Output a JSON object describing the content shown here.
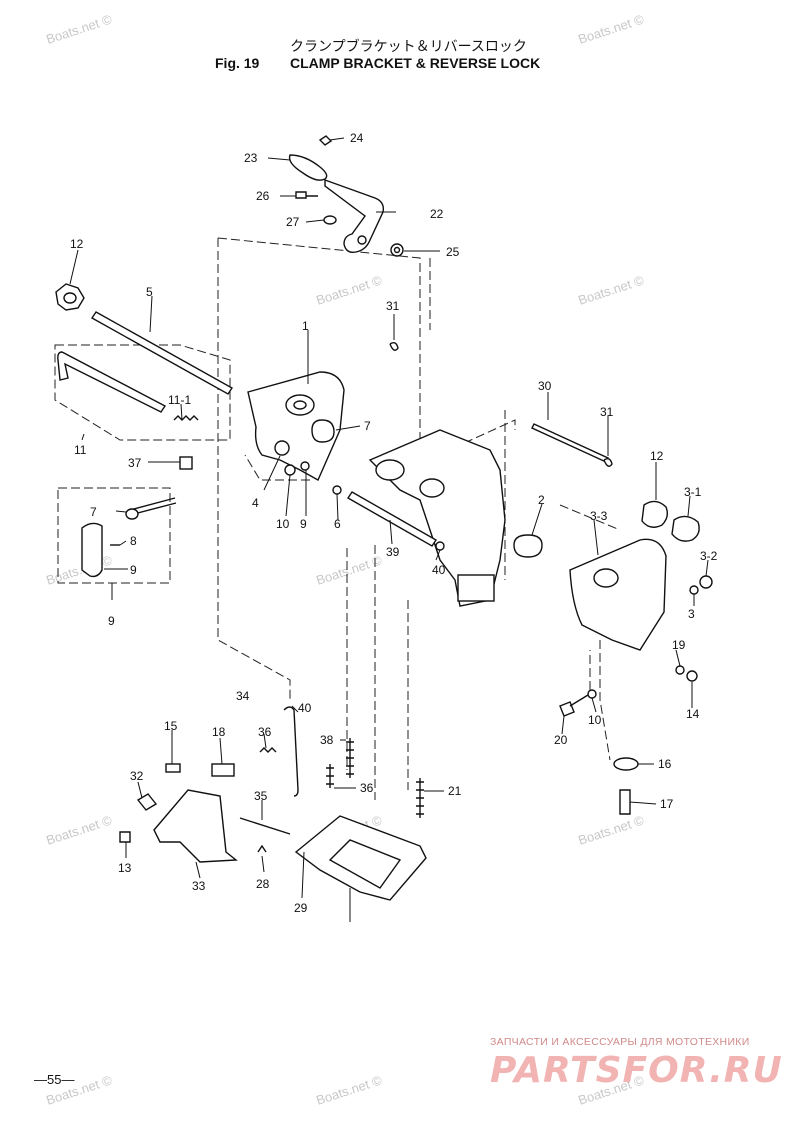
{
  "header": {
    "title_jp": "クランプブラケット＆リバースロック",
    "fig_label": "Fig. 19",
    "title_en": "CLAMP BRACKET & REVERSE LOCK"
  },
  "watermark": "Boats.net ©",
  "page_number": "—55—",
  "brand": {
    "subtitle": "ЗАПЧАСТИ И АКСЕССУАРЫ ДЛЯ МОТОТЕХНИКИ",
    "name": "PARTSFOR.RU"
  },
  "callouts": [
    "24",
    "23",
    "26",
    "22",
    "27",
    "25",
    "12",
    "5",
    "31",
    "1",
    "11-1",
    "30",
    "31",
    "7",
    "11",
    "37",
    "4",
    "10",
    "9",
    "6",
    "12",
    "3-1",
    "7",
    "2",
    "3-3",
    "8",
    "39",
    "3-2",
    "9",
    "40",
    "3",
    "9",
    "19",
    "34",
    "40",
    "10",
    "14",
    "15",
    "18",
    "36",
    "38",
    "20",
    "16",
    "32",
    "35",
    "36",
    "21",
    "17",
    "13",
    "33",
    "28",
    "29"
  ]
}
